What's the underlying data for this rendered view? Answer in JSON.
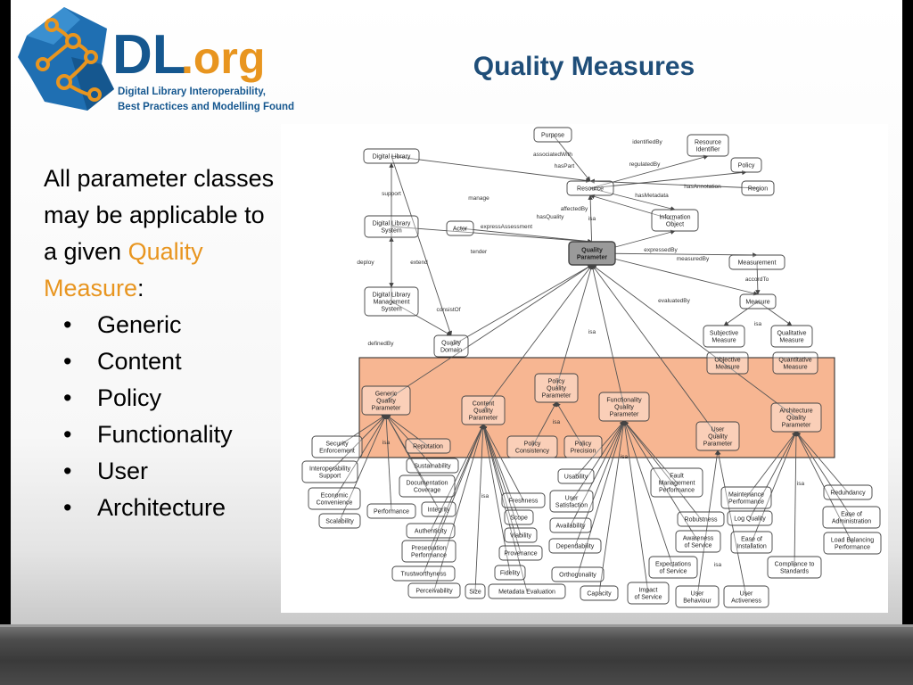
{
  "logo": {
    "brand_main": "DL",
    "brand_suffix": ".org",
    "tagline_line1": "Digital Library Interoperability,",
    "tagline_line2": "Best Practices and Modelling Foundations"
  },
  "title": "Quality Measures",
  "intro": {
    "line1": "All parameter classes",
    "line2": "may be applicable to",
    "line3": "a given ",
    "highlight1": "Quality",
    "highlight2": "Measure",
    "colon": ":"
  },
  "bullets": [
    "Generic",
    "Content",
    "Policy",
    "Functionality",
    "User",
    "Architecture"
  ],
  "colors": {
    "title": "#1f4e79",
    "highlight": "#e8951f",
    "overlay": "#f5a477"
  },
  "diagram": {
    "nodes": [
      {
        "id": "purpose",
        "lines": [
          "Purpose"
        ]
      },
      {
        "id": "resource_identifier",
        "lines": [
          "Resource",
          "Identifier"
        ]
      },
      {
        "id": "digital_library",
        "lines": [
          "Digital Library"
        ]
      },
      {
        "id": "policy",
        "lines": [
          "Policy"
        ]
      },
      {
        "id": "resource",
        "lines": [
          "Resource"
        ]
      },
      {
        "id": "region",
        "lines": [
          "Region"
        ]
      },
      {
        "id": "dl_system",
        "lines": [
          "Digital Library",
          "System"
        ]
      },
      {
        "id": "information_object",
        "lines": [
          "Information",
          "Object"
        ]
      },
      {
        "id": "actor",
        "lines": [
          "Actor"
        ]
      },
      {
        "id": "quality_parameter",
        "lines": [
          "Quality",
          "Parameter"
        ],
        "dark": true
      },
      {
        "id": "measurement",
        "lines": [
          "Measurement"
        ]
      },
      {
        "id": "dlms",
        "lines": [
          "Digital Library",
          "Management",
          "System"
        ]
      },
      {
        "id": "measure",
        "lines": [
          "Measure"
        ]
      },
      {
        "id": "quality_domain",
        "lines": [
          "Quality",
          "Domain"
        ]
      },
      {
        "id": "subjective_measure",
        "lines": [
          "Subjective",
          "Measure"
        ]
      },
      {
        "id": "qualitative_measure",
        "lines": [
          "Qualitative",
          "Measure"
        ]
      },
      {
        "id": "objective_measure",
        "lines": [
          "Objective",
          "Measure"
        ]
      },
      {
        "id": "quantitative_measure",
        "lines": [
          "Quantitative",
          "Measure"
        ]
      },
      {
        "id": "policy_qp",
        "lines": [
          "Policy",
          "Quality",
          "Parameter"
        ]
      },
      {
        "id": "generic_qp",
        "lines": [
          "Generic",
          "Quality",
          "Parameter"
        ]
      },
      {
        "id": "functionality_qp",
        "lines": [
          "Functionality",
          "Quality",
          "Parameter"
        ]
      },
      {
        "id": "content_qp",
        "lines": [
          "Content",
          "Quality",
          "Parameter"
        ]
      },
      {
        "id": "architecture_qp",
        "lines": [
          "Architecture",
          "Quality",
          "Parameter"
        ]
      },
      {
        "id": "user_qp",
        "lines": [
          "User",
          "Quality",
          "Parameter"
        ]
      },
      {
        "id": "security_enforcement",
        "lines": [
          "Security",
          "Enforcement"
        ]
      },
      {
        "id": "reputation",
        "lines": [
          "Reputation"
        ]
      },
      {
        "id": "policy_consistency",
        "lines": [
          "Policy",
          "Consistency"
        ]
      },
      {
        "id": "policy_precision",
        "lines": [
          "Policy",
          "Precision"
        ]
      },
      {
        "id": "interoperability_support",
        "lines": [
          "Interoperability",
          "Support"
        ]
      },
      {
        "id": "sustainability",
        "lines": [
          "Sustainability"
        ]
      },
      {
        "id": "usability",
        "lines": [
          "Usability"
        ]
      },
      {
        "id": "fault_mgmt",
        "lines": [
          "Fault",
          "Management",
          "Performance"
        ]
      },
      {
        "id": "documentation_coverage",
        "lines": [
          "Documentation",
          "Coverage"
        ]
      },
      {
        "id": "maintenance_performance",
        "lines": [
          "Maintenance",
          "Performance"
        ]
      },
      {
        "id": "redundancy",
        "lines": [
          "Redundancy"
        ]
      },
      {
        "id": "economic_convenience",
        "lines": [
          "Economic",
          "Convenience"
        ]
      },
      {
        "id": "user_satisfaction",
        "lines": [
          "User",
          "Satisfaction"
        ]
      },
      {
        "id": "freshness",
        "lines": [
          "Freshness"
        ]
      },
      {
        "id": "performance",
        "lines": [
          "Performance"
        ]
      },
      {
        "id": "integrity",
        "lines": [
          "Integrity"
        ]
      },
      {
        "id": "ease_administration",
        "lines": [
          "Ease of",
          "Administration"
        ]
      },
      {
        "id": "log_quality",
        "lines": [
          "Log Quality"
        ]
      },
      {
        "id": "scope",
        "lines": [
          "Scope"
        ]
      },
      {
        "id": "robustness",
        "lines": [
          "Robustness"
        ]
      },
      {
        "id": "scalability",
        "lines": [
          "Scalability"
        ]
      },
      {
        "id": "availability",
        "lines": [
          "Availability"
        ]
      },
      {
        "id": "authenticity",
        "lines": [
          "Authenticity"
        ]
      },
      {
        "id": "viability",
        "lines": [
          "Viability"
        ]
      },
      {
        "id": "awareness_service",
        "lines": [
          "Awareness",
          "of Service"
        ]
      },
      {
        "id": "ease_installation",
        "lines": [
          "Ease of",
          "Installation"
        ]
      },
      {
        "id": "load_balancing",
        "lines": [
          "Load Balancing",
          "Performance"
        ]
      },
      {
        "id": "dependability",
        "lines": [
          "Dependability"
        ]
      },
      {
        "id": "preservation_performance",
        "lines": [
          "Preservation",
          "Performance"
        ]
      },
      {
        "id": "provenance",
        "lines": [
          "Provenance"
        ]
      },
      {
        "id": "expectations_service",
        "lines": [
          "Expectations",
          "of Service"
        ]
      },
      {
        "id": "compliance_standards",
        "lines": [
          "Compliance to",
          "Standards"
        ]
      },
      {
        "id": "trustworthyness",
        "lines": [
          "Trustworthyness"
        ]
      },
      {
        "id": "fidelity",
        "lines": [
          "Fidelity"
        ]
      },
      {
        "id": "orthogonality",
        "lines": [
          "Orthogonality"
        ]
      },
      {
        "id": "perceivability",
        "lines": [
          "Perceivability"
        ]
      },
      {
        "id": "size",
        "lines": [
          "Size"
        ]
      },
      {
        "id": "metadata_evaluation",
        "lines": [
          "Metadata Evaluation"
        ]
      },
      {
        "id": "capacity",
        "lines": [
          "Capacity"
        ]
      },
      {
        "id": "impact_service",
        "lines": [
          "Impact",
          "of Service"
        ]
      },
      {
        "id": "user_behaviour",
        "lines": [
          "User",
          "Behaviour"
        ]
      },
      {
        "id": "user_activeness",
        "lines": [
          "User",
          "Activeness"
        ]
      }
    ],
    "labels": [
      {
        "id": "identifiedBy",
        "text": "identifiedBy"
      },
      {
        "id": "associatedWith",
        "text": "associatedWith"
      },
      {
        "id": "hasPart",
        "text": "hasPart"
      },
      {
        "id": "regulatedBy",
        "text": "regulatedBy"
      },
      {
        "id": "support",
        "text": "support"
      },
      {
        "id": "manage",
        "text": "manage"
      },
      {
        "id": "hasAnnotation",
        "text": "hasAnnotation"
      },
      {
        "id": "hasMetadata",
        "text": "hasMetadata"
      },
      {
        "id": "affectedBy",
        "text": "affectedBy"
      },
      {
        "id": "hasQuality",
        "text": "hasQuality"
      },
      {
        "id": "isa_resource",
        "text": "isa"
      },
      {
        "id": "expressAssessment",
        "text": "expressAssessment"
      },
      {
        "id": "tender",
        "text": "tender"
      },
      {
        "id": "expressedBy",
        "text": "expressedBy"
      },
      {
        "id": "deploy",
        "text": "deploy"
      },
      {
        "id": "extend",
        "text": "extend"
      },
      {
        "id": "measuredBy",
        "text": "measuredBy"
      },
      {
        "id": "accordTo",
        "text": "accordTo"
      },
      {
        "id": "evaluatedBy",
        "text": "evaluatedBy"
      },
      {
        "id": "consistOf",
        "text": "consistOf"
      },
      {
        "id": "isa_qp",
        "text": "isa"
      },
      {
        "id": "isa_measure",
        "text": "isa"
      },
      {
        "id": "definedBy",
        "text": "definedBy"
      },
      {
        "id": "isa_policy",
        "text": "isa"
      },
      {
        "id": "isa_generic",
        "text": "isa"
      },
      {
        "id": "isa_functionality",
        "text": "isa"
      },
      {
        "id": "isa_content",
        "text": "isa"
      },
      {
        "id": "isa_architecture",
        "text": "isa"
      },
      {
        "id": "isa_user",
        "text": "isa"
      }
    ]
  }
}
